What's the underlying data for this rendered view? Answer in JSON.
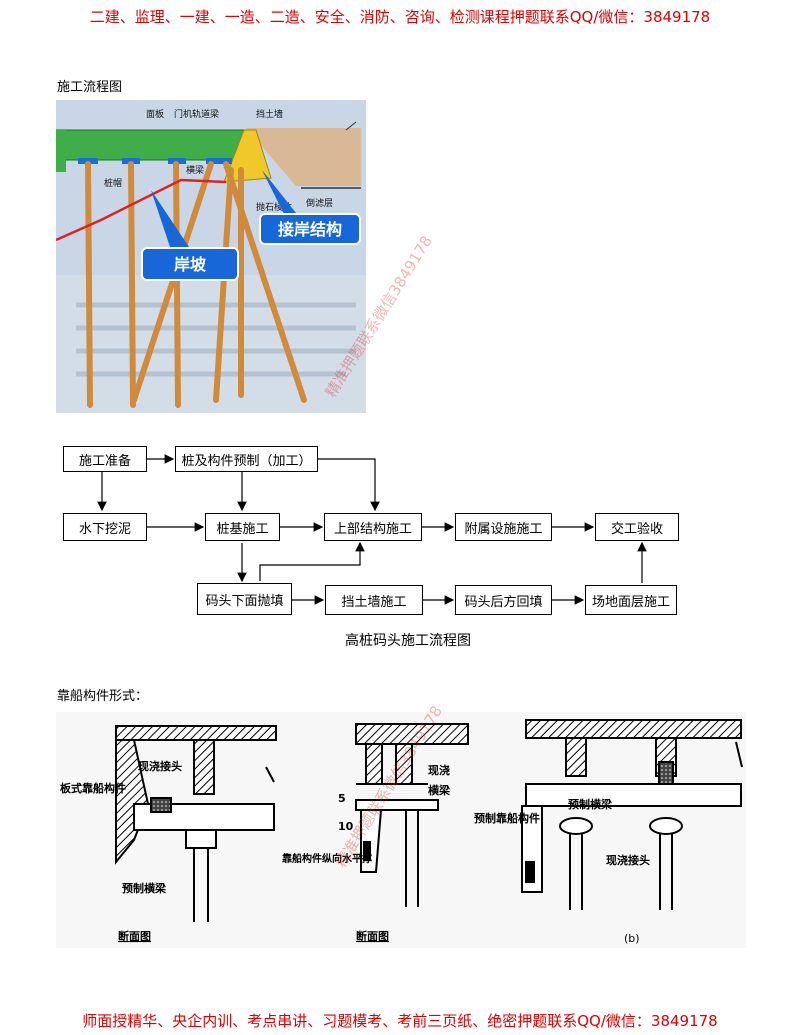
{
  "header_banner": "二建、监理、一建、一造、二造、安全、消防、咨询、检测课程押题联系QQ/微信：3849178",
  "footer_banner": "师面授精华、央企内训、考点串讲、习题模考、考前三页纸、绝密押题联系QQ/微信：3849178",
  "section1_label": "施工流程图",
  "section2_label": "靠船构件形式：",
  "photo": {
    "labels": {
      "panel": "面板",
      "crane_beam": "门机轨道梁",
      "retaining_wall": "挡土墙",
      "cross_beam": "横梁",
      "pile_cap": "桩帽",
      "riprap": "抛石棱体",
      "filter": "倒滤层"
    },
    "callout_slope": "岸坡",
    "callout_connection": "接岸结构"
  },
  "flowchart": {
    "boxes": {
      "prep": "施工准备",
      "prefab": "桩及构件预制（加工）",
      "dredge": "水下挖泥",
      "pile": "桩基施工",
      "super": "上部结构施工",
      "auxiliary": "附属设施施工",
      "acceptance": "交工验收",
      "fill_under": "码头下面抛填",
      "wall": "挡土墙施工",
      "backfill": "码头后方回填",
      "surface": "场地面层施工"
    },
    "caption": "高桩码头施工流程图"
  },
  "drawing": {
    "a_plate_member": "板式靠船构件",
    "a_cast_joint": "现浇接头",
    "a_precast_beam": "预制横梁",
    "a_section": "断面图",
    "b_cast": "现浇",
    "b_beam": "横梁",
    "b_dim5": "5",
    "b_dim10": "10",
    "b_strut": "靠船构件纵向水平撑",
    "b_section": "断面图",
    "c_precast_beam": "预制横梁",
    "c_precast_member": "预制靠船构件",
    "c_cast_joint": "现浇接头",
    "c_tag": "(b)"
  },
  "watermark": "精准押题联系微信3849178",
  "colors": {
    "banner_red": "#e00000",
    "deck_green": "#3fae49",
    "cap_blue": "#1a6fd6",
    "wall_yellow": "#f1c82a",
    "soil_tan": "#d9b896",
    "pile_orange": "#d08a3c",
    "callout_blue": "#1767d8"
  }
}
